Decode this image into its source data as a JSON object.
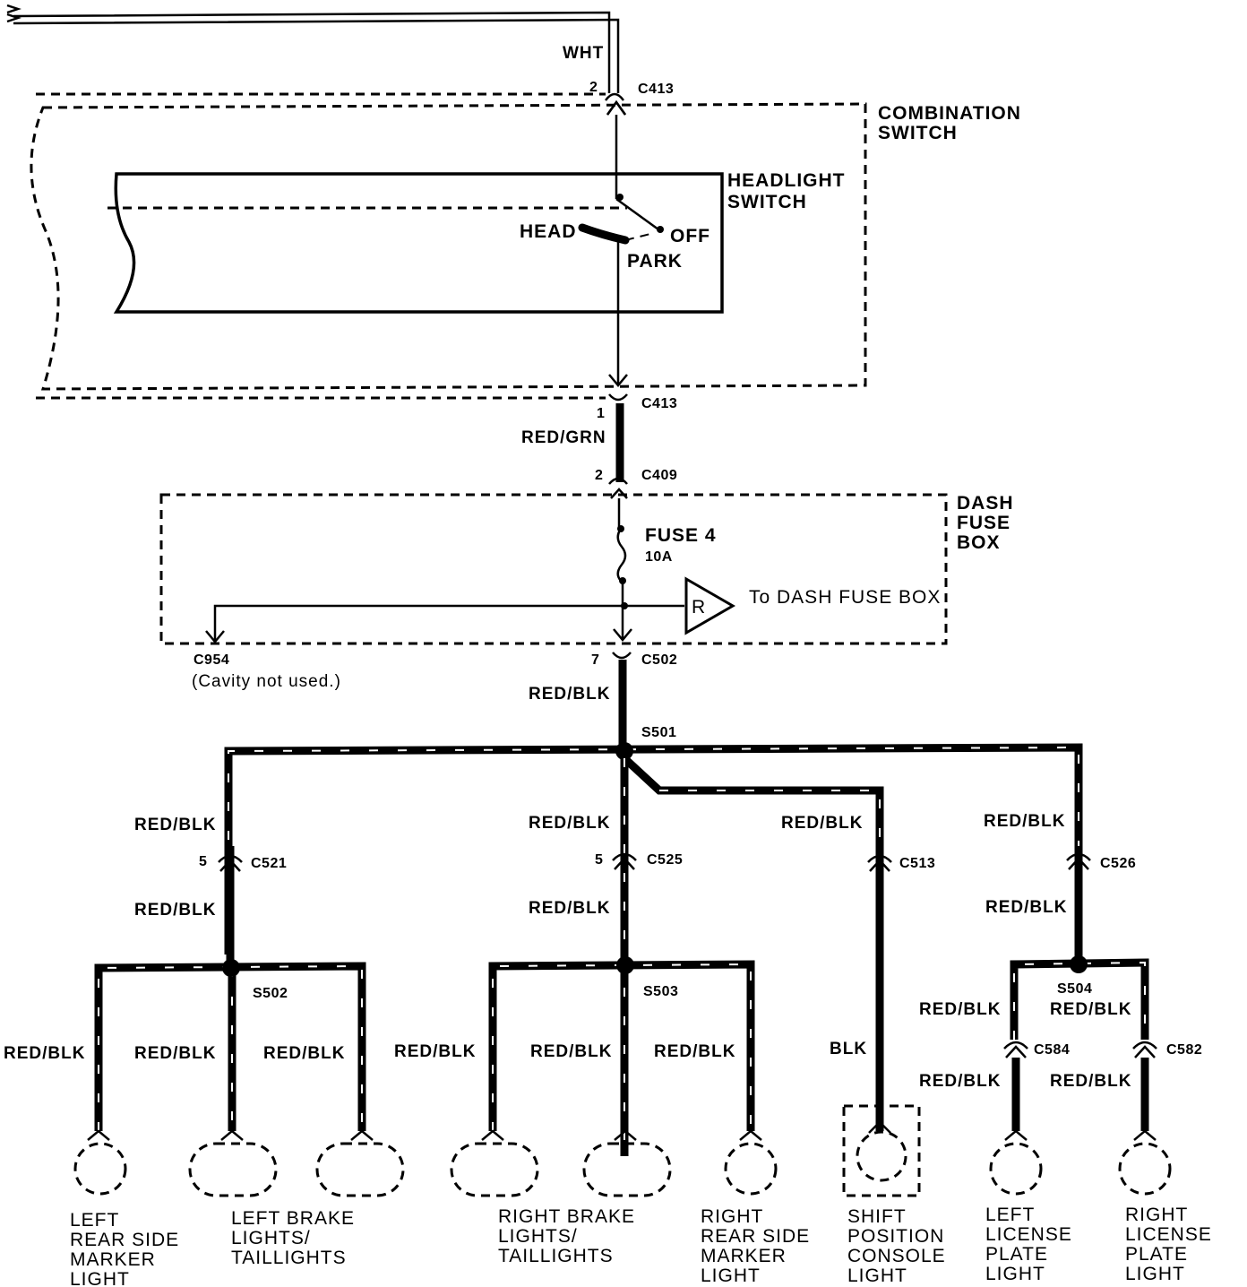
{
  "top_wire": {
    "color": "WHT"
  },
  "c413_top": {
    "connector": "C413",
    "pin": "2"
  },
  "combination_switch": {
    "label_line1": "COMBINATION",
    "label_line2": "SWITCH"
  },
  "headlight_switch": {
    "label_line1": "HEADLIGHT",
    "label_line2": "SWITCH",
    "pos_head": "HEAD",
    "pos_off": "OFF",
    "pos_park": "PARK"
  },
  "c413_bottom": {
    "connector": "C413",
    "pin": "1"
  },
  "wire_red_grn": "RED/GRN",
  "c409": {
    "connector": "C409",
    "pin": "2"
  },
  "dash_fuse_box": {
    "label_line1": "DASH",
    "label_line2": "FUSE",
    "label_line3": "BOX",
    "fuse_name": "FUSE 4",
    "fuse_rating": "10A",
    "ref_symbol": "R",
    "ref_text": "To DASH FUSE BOX"
  },
  "c954": {
    "connector": "C954",
    "note": "(Cavity not used.)"
  },
  "c502": {
    "connector": "C502",
    "pin": "7"
  },
  "wire_c502": "RED/BLK",
  "splices": {
    "s501": "S501",
    "s502": "S502",
    "s503": "S503",
    "s504": "S504"
  },
  "branches": {
    "left": {
      "wire_upper": "RED/BLK",
      "connector": "C521",
      "pin": "5",
      "wire_lower": "RED/BLK"
    },
    "center": {
      "wire_upper": "RED/BLK",
      "connector": "C525",
      "pin": "5",
      "wire_lower": "RED/BLK"
    },
    "shift": {
      "wire_upper": "RED/BLK",
      "connector": "C513",
      "wire_lower": "BLK"
    },
    "right": {
      "wire_upper": "RED/BLK",
      "connector": "C526",
      "wire_lower": "RED/BLK"
    }
  },
  "feeds": {
    "lrsm": "RED/BLK",
    "lbt": "RED/BLK",
    "lbt2": "RED/BLK",
    "rbt": "RED/BLK",
    "rbt2": "RED/BLK",
    "rrsm": "RED/BLK",
    "llp_upper": "RED/BLK",
    "llp_connector": "C584",
    "llp_lower": "RED/BLK",
    "rlp_upper": "RED/BLK",
    "rlp_connector": "C582",
    "rlp_lower": "RED/BLK"
  },
  "lights": {
    "left_rear_side_marker": [
      "LEFT",
      "REAR SIDE",
      "MARKER",
      "LIGHT"
    ],
    "left_brake": [
      "LEFT BRAKE",
      "LIGHTS/",
      "TAILLIGHTS"
    ],
    "right_brake": [
      "RIGHT BRAKE",
      "LIGHTS/",
      "TAILLIGHTS"
    ],
    "right_rear_side_marker": [
      "RIGHT",
      "REAR SIDE",
      "MARKER",
      "LIGHT"
    ],
    "shift_position": [
      "SHIFT",
      "POSITION",
      "CONSOLE",
      "LIGHT"
    ],
    "left_license": [
      "LEFT",
      "LICENSE",
      "PLATE",
      "LIGHT"
    ],
    "right_license": [
      "RIGHT",
      "LICENSE",
      "PLATE",
      "LIGHT"
    ]
  }
}
